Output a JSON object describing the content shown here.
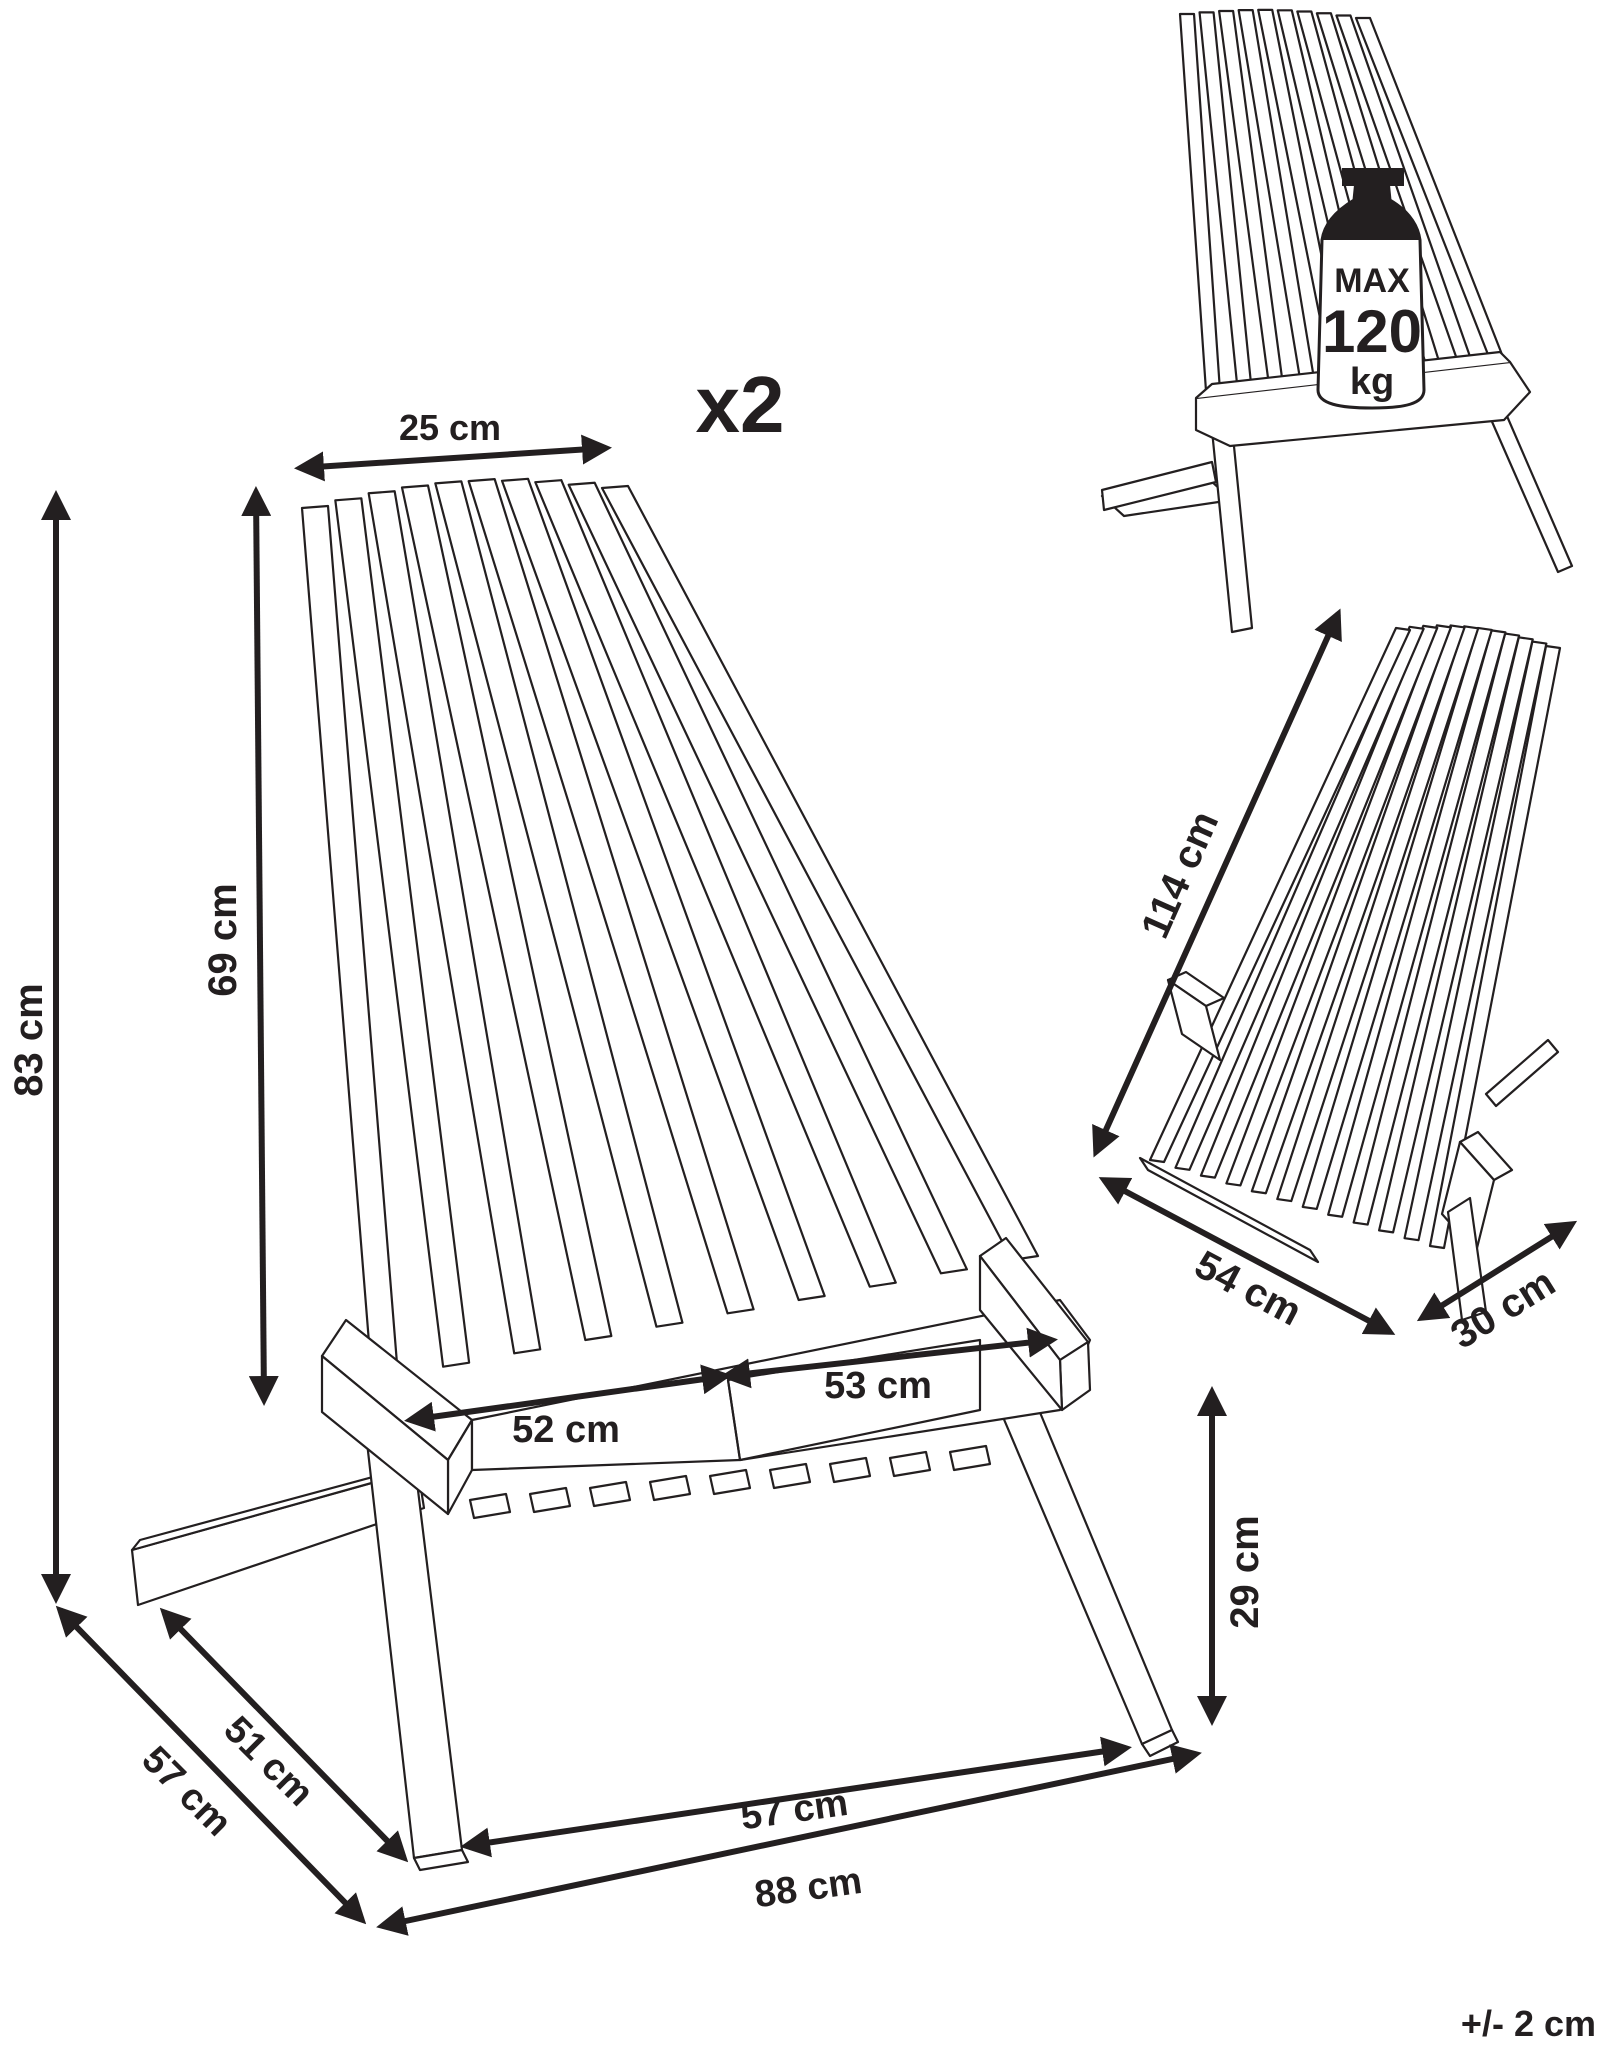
{
  "multiplier": "x2",
  "tolerance": "+/- 2 cm",
  "weight": {
    "max": "MAX",
    "value": "120",
    "unit": "kg"
  },
  "main_dimensions": {
    "top_width": "25 cm",
    "total_height": "83 cm",
    "back_height": "69 cm",
    "seat_depth": "52 cm",
    "seat_width": "53 cm",
    "seat_height": "29 cm",
    "inner_depth": "51 cm",
    "outer_depth": "57 cm",
    "inner_length": "57 cm",
    "total_length": "88 cm"
  },
  "folded_dimensions": {
    "length": "114 cm",
    "width": "54 cm",
    "thickness": "30 cm"
  },
  "colors": {
    "line": "#231f20",
    "background": "#ffffff"
  }
}
